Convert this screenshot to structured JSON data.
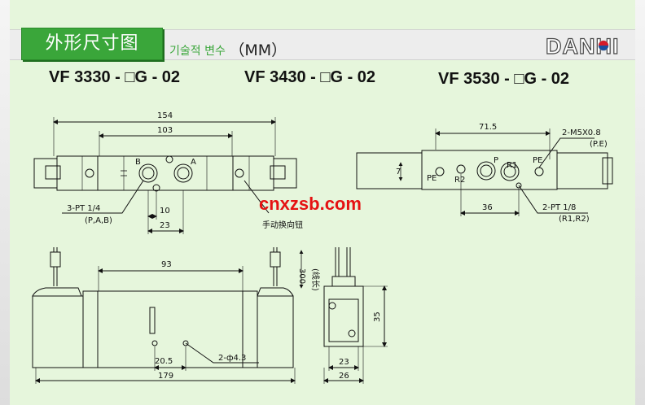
{
  "header": {
    "title": "外形尺寸图",
    "subtitle": "기술적 변수",
    "unit": "（MM）",
    "brand": "DANHI"
  },
  "models": [
    "VF 3330 - □G - 02",
    "VF 3430 - □G - 02",
    "VF 3530 - □G - 02"
  ],
  "drawing_front": {
    "dim_overall": "154",
    "dim_body": "103",
    "dim_10": "10",
    "dim_23": "23",
    "port_b": "B",
    "port_a": "A",
    "port_note": "3-PT 1/4",
    "port_note_sub": "(P,A,B)",
    "manual_note": "手动换向钮"
  },
  "drawing_side": {
    "dim_715": "71.5",
    "dim_36": "36",
    "dim_7": "7",
    "port_pe_left": "PE",
    "port_r2": "R2",
    "port_p": "P",
    "port_r1": "R1",
    "port_pe_right": "PE",
    "top_note": "2-M5X0.8",
    "top_note_sub": "(P.E)",
    "bottom_note": "2-PT 1/8",
    "bottom_note_sub": "(R1,R2)"
  },
  "drawing_bottom": {
    "dim_93": "93",
    "dim_205": "20.5",
    "dim_179": "179",
    "hole_note": "2-ф4.3",
    "lead_len": "300",
    "lead_note": "(线长)"
  },
  "drawing_end": {
    "dim_35": "35",
    "dim_23": "23",
    "dim_26": "26"
  },
  "watermark": "cnxzsb.com",
  "colors": {
    "background": "#e6f6dc",
    "title_green": "#3aa63a",
    "watermark_red": "#e51212"
  }
}
